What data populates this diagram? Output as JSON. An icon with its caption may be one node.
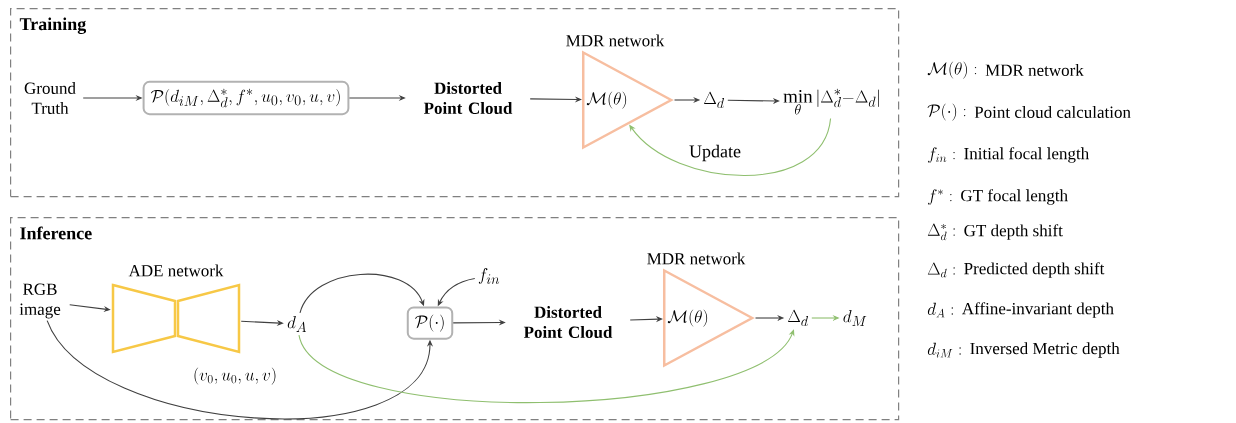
{
  "diagram": {
    "nodes": [
      {
        "text": [
          "Training"
        ]
      },
      {
        "text": [
          "Ground Truth"
        ],
        "in": 0
      },
      {
        "text": [
          "\\mathcal{P}(d_{iM},\\Delta_d^*,f^*,u_0,v_0,u,v)"
        ],
        "in": 0
      },
      {
        "text": [
          "Distorted Point Cloud"
        ],
        "in": 0
      },
      {
        "text": [
          "MDR network",
          "\\mathcal{M}(\\theta)"
        ],
        "in": 0
      },
      {
        "text": [
          "\\Delta_d"
        ],
        "in": 0
      },
      {
        "text": [
          "\\min_\\theta|\\Delta_d^*{-}\\Delta_d|"
        ],
        "in": 0
      },
      {
        "text": [
          "Inference"
        ]
      },
      {
        "text": [
          "RGB image"
        ],
        "in": 7
      },
      {
        "text": [
          "ADE network"
        ],
        "in": 7
      },
      {
        "text": [
          "d_A"
        ],
        "in": 7
      },
      {
        "text": [
          "f_{in}"
        ],
        "in": 7
      },
      {
        "text": [
          "\\mathcal{P}(\\cdot)"
        ],
        "in": 7
      },
      {
        "text": [
          "Distorted Point Cloud"
        ],
        "in": 7
      },
      {
        "text": [
          "MDR network",
          "\\mathcal{M}(\\theta)"
        ],
        "in": 7
      },
      {
        "text": [
          "\\Delta_d"
        ],
        "in": 7
      },
      {
        "text": [
          "d_M"
        ],
        "in": 7
      }
    ],
    "edges": [
      {
        "from": 1,
        "to": 2,
        "arrow": "to"
      },
      {
        "from": 2,
        "to": 3,
        "arrow": "to"
      },
      {
        "from": 3,
        "to": 4,
        "arrow": "to"
      },
      {
        "from": 4,
        "to": 5,
        "arrow": "to"
      },
      {
        "from": 5,
        "to": 6,
        "arrow": "to"
      },
      {
        "from": 6,
        "to": 4,
        "arrow": "to",
        "label": "Update",
        "color": "#8fbf6f"
      },
      {
        "from": 8,
        "to": 9,
        "arrow": "to"
      },
      {
        "from": 9,
        "to": 10,
        "arrow": "to"
      },
      {
        "from": 10,
        "to": 12,
        "arrow": "to"
      },
      {
        "from": 11,
        "to": 12,
        "arrow": "to"
      },
      {
        "from": 8,
        "to": 12,
        "arrow": "to",
        "label": "(v_0,u_0,u,v)"
      },
      {
        "from": 12,
        "to": 13,
        "arrow": "to"
      },
      {
        "from": 13,
        "to": 14,
        "arrow": "to"
      },
      {
        "from": 14,
        "to": 15,
        "arrow": "to"
      },
      {
        "from": 15,
        "to": 16,
        "arrow": "to",
        "color": "#8fbf6f"
      },
      {
        "from": 10,
        "to": 15,
        "arrow": "to",
        "color": "#8fbf6f"
      }
    ],
    "labels": [
      "\\mathcal{M}(\\theta):",
      "MDR network",
      "\\mathcal{P}(\\cdot):",
      "Point cloud calculation",
      "f_{in}:",
      "Initial focal length",
      "f^*:",
      "GT focal length",
      "\\Delta_d^*:",
      "GT depth shift",
      "\\Delta_d:",
      "Predicted depth shift",
      "d_A:",
      "Affine-invariant depth",
      "d_{iM}:",
      "Inversed Metric depth"
    ]
  }
}
